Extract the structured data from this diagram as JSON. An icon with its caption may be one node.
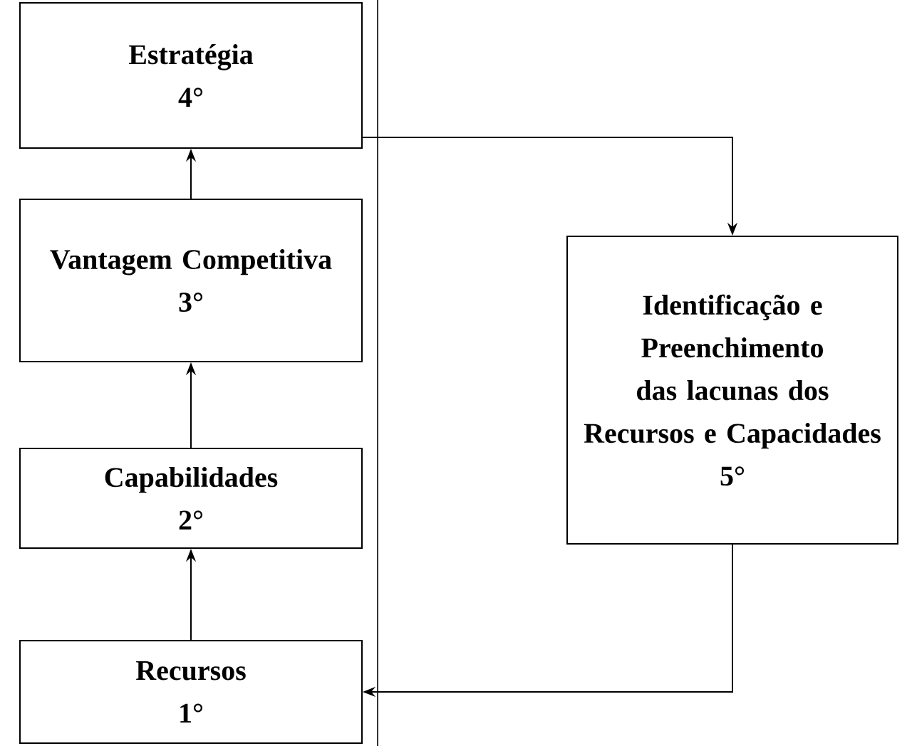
{
  "diagram": {
    "nodes": [
      {
        "text": [
          "Estratégia",
          "4°"
        ]
      },
      {
        "text": [
          "Vantagem Competitiva",
          "3°"
        ]
      },
      {
        "text": [
          "Capabilidades",
          "2°"
        ]
      },
      {
        "text": [
          "Recursos",
          "1°"
        ]
      },
      {
        "text": [
          "Identificação e Preenchimento das lacunas dos Recursos e Capacidades",
          "5°"
        ]
      }
    ],
    "edges": [
      {
        "from": 3,
        "to": 2,
        "arrow": "to"
      },
      {
        "from": 2,
        "to": 1,
        "arrow": "to"
      },
      {
        "from": 1,
        "to": 0,
        "arrow": "to"
      },
      {
        "from": 0,
        "to": 4,
        "arrow": "to"
      },
      {
        "from": 4,
        "to": 3,
        "arrow": "to"
      }
    ]
  }
}
